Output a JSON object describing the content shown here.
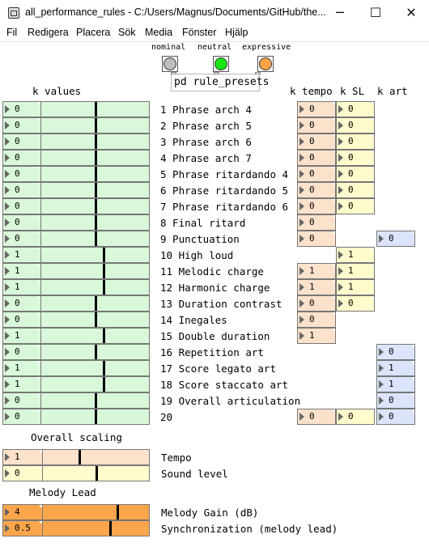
{
  "window": {
    "title": "all_performance_rules  - C:/Users/Magnus/Documents/GitHub/the...",
    "minimize_glyph": "─",
    "maximize_glyph": "☐",
    "close_glyph": "✕"
  },
  "menu": [
    "Fil",
    "Redigera",
    "Placera",
    "Sök",
    "Media",
    "Fönster",
    "Hjälp"
  ],
  "presets": {
    "labels": [
      "nominal",
      "neutral",
      "expressive"
    ],
    "colors": [
      "#bdbdbd",
      "#19e619",
      "#fca347"
    ],
    "object_text": "pd rule_presets"
  },
  "headers": {
    "k_values": "k values",
    "k_tempo": "k tempo",
    "k_sl": "k SL",
    "k_art": "k art"
  },
  "rules": [
    {
      "label": "1 Phrase arch 4",
      "k": "0",
      "k_level": 0.5,
      "tempo": "0",
      "sl": "0",
      "art": null
    },
    {
      "label": "2 Phrase arch 5",
      "k": "0",
      "k_level": 0.5,
      "tempo": "0",
      "sl": "0",
      "art": null
    },
    {
      "label": "3 Phrase arch 6",
      "k": "0",
      "k_level": 0.5,
      "tempo": "0",
      "sl": "0",
      "art": null
    },
    {
      "label": "4 Phrase arch 7",
      "k": "0",
      "k_level": 0.5,
      "tempo": "0",
      "sl": "0",
      "art": null
    },
    {
      "label": "5 Phrase ritardando 4",
      "k": "0",
      "k_level": 0.5,
      "tempo": "0",
      "sl": "0",
      "art": null
    },
    {
      "label": "6 Phrase ritardando 5",
      "k": "0",
      "k_level": 0.5,
      "tempo": "0",
      "sl": "0",
      "art": null
    },
    {
      "label": "7 Phrase ritardando 6",
      "k": "0",
      "k_level": 0.5,
      "tempo": "0",
      "sl": "0",
      "art": null
    },
    {
      "label": "8 Final ritard",
      "k": "0",
      "k_level": 0.5,
      "tempo": "0",
      "sl": null,
      "art": null
    },
    {
      "label": "9 Punctuation",
      "k": "0",
      "k_level": 0.5,
      "tempo": "0",
      "sl": null,
      "art": "0"
    },
    {
      "label": "10 High loud",
      "k": "1",
      "k_level": 0.58,
      "tempo": null,
      "sl": "1",
      "art": null
    },
    {
      "label": "11 Melodic charge",
      "k": "1",
      "k_level": 0.58,
      "tempo": "1",
      "sl": "1",
      "art": null
    },
    {
      "label": "12 Harmonic charge",
      "k": "1",
      "k_level": 0.58,
      "tempo": "1",
      "sl": "1",
      "art": null
    },
    {
      "label": "13 Duration contrast",
      "k": "0",
      "k_level": 0.5,
      "tempo": "0",
      "sl": "0",
      "art": null
    },
    {
      "label": "14 Inegales",
      "k": "0",
      "k_level": 0.5,
      "tempo": "0",
      "sl": null,
      "art": null
    },
    {
      "label": "15 Double duration",
      "k": "1",
      "k_level": 0.58,
      "tempo": "1",
      "sl": null,
      "art": null
    },
    {
      "label": "16 Repetition art",
      "k": "0",
      "k_level": 0.5,
      "tempo": null,
      "sl": null,
      "art": "0"
    },
    {
      "label": "17 Score legato art",
      "k": "1",
      "k_level": 0.58,
      "tempo": null,
      "sl": null,
      "art": "1"
    },
    {
      "label": "18 Score staccato art",
      "k": "1",
      "k_level": 0.58,
      "tempo": null,
      "sl": null,
      "art": "1"
    },
    {
      "label": "19 Overall articulation",
      "k": "0",
      "k_level": 0.5,
      "tempo": null,
      "sl": null,
      "art": "0"
    },
    {
      "label": "20",
      "k": "0",
      "k_level": 0.5,
      "tempo": "0",
      "sl": "0",
      "art": "0"
    }
  ],
  "overall_scaling": {
    "title": "Overall scaling",
    "rows": [
      {
        "label": "Tempo",
        "value": "1",
        "level": 0.34,
        "color": "#fde2cb"
      },
      {
        "label": "Sound level",
        "value": "0",
        "level": 0.5,
        "color": "#fefbcc"
      }
    ]
  },
  "melody_lead": {
    "title": "Melody Lead",
    "rows": [
      {
        "label": "Melody Gain (dB)",
        "value": "4",
        "level": 0.7,
        "color": "#fba64c"
      },
      {
        "label": "Synchronization (melody lead)",
        "value": "0.5",
        "level": 0.63,
        "color": "#fba64c"
      }
    ]
  },
  "colors": {
    "tempo_box": "#fde2cb",
    "sl_box": "#fefbcc",
    "art_box": "#dce4fb",
    "k_slider": "#d9f8d9"
  }
}
